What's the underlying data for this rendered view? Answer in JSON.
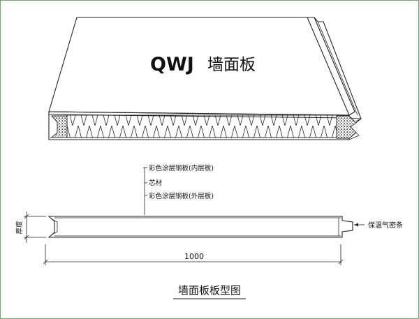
{
  "product": {
    "code": "QWJ",
    "name": "墙面板"
  },
  "labels": {
    "inner_layer": "彩色涂层钢板(内层板)",
    "core": "芯材",
    "outer_layer": "彩色涂层钢板(外层板)",
    "thickness": "厚度",
    "seal_strip": "保温气密条",
    "width": "1000"
  },
  "caption": "墙面板板型图"
}
